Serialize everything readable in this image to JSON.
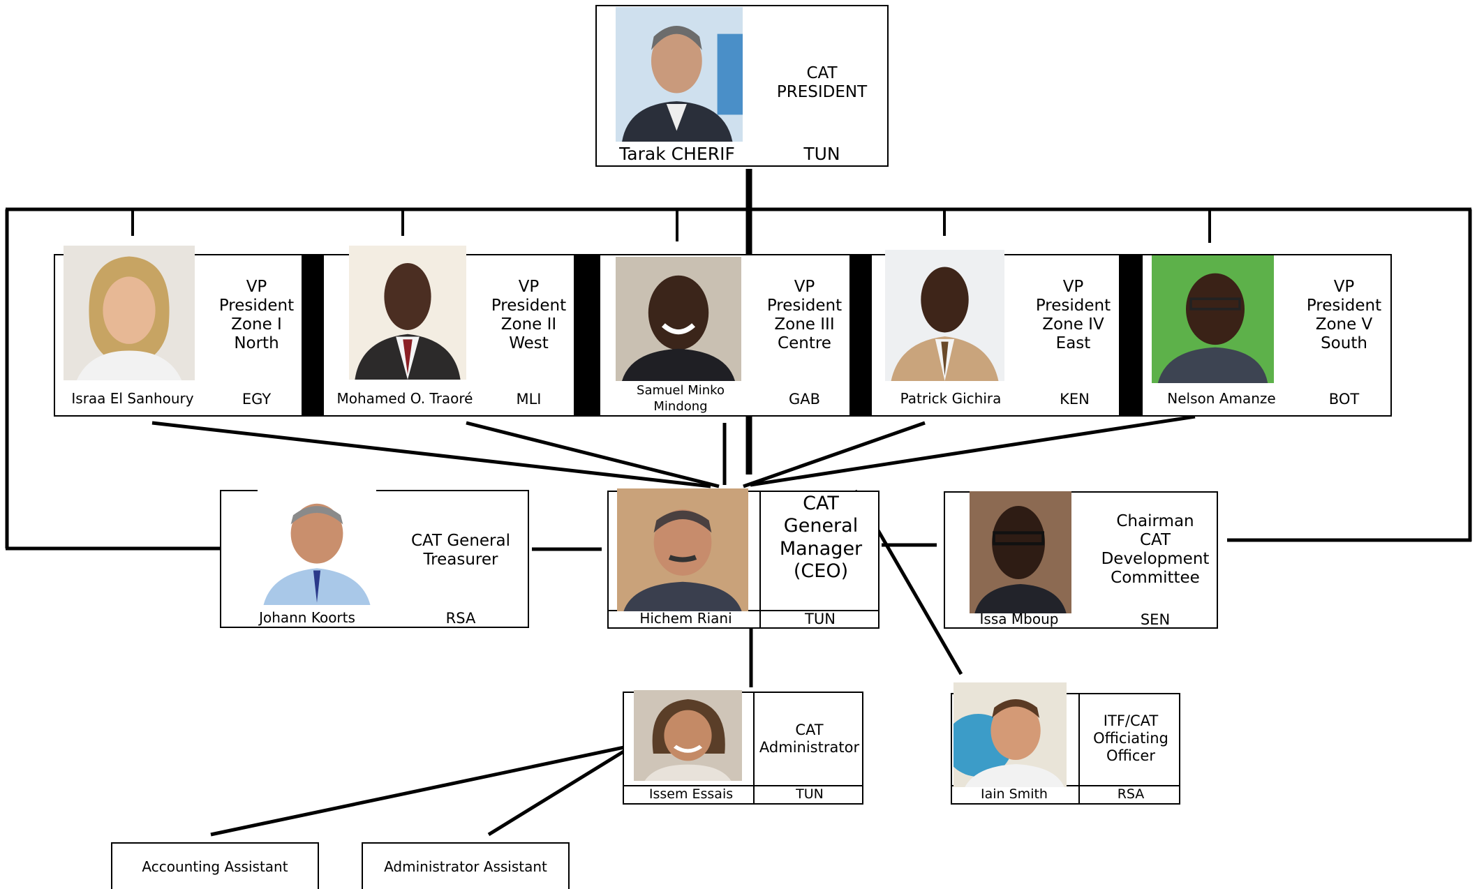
{
  "president": {
    "title": "CAT\nPRESIDENT",
    "name": "Tarak CHERIF",
    "country": "TUN"
  },
  "vps": [
    {
      "title": "VP\nPresident\nZone I\nNorth",
      "name": "Israa El Sanhoury",
      "country": "EGY"
    },
    {
      "title": "VP\nPresident\nZone II\nWest",
      "name": "Mohamed O. Traoré",
      "country": "MLI"
    },
    {
      "title": "VP\nPresident\nZone III\nCentre",
      "name": "Samuel Minko\nMindong",
      "country": "GAB"
    },
    {
      "title": "VP\nPresident\nZone IV\nEast",
      "name": "Patrick Gichira",
      "country": "KEN"
    },
    {
      "title": "VP\nPresident\nZone V\nSouth",
      "name": "Nelson Amanze",
      "country": "BOT"
    }
  ],
  "treasurer": {
    "title": "CAT General\nTreasurer",
    "name": "Johann Koorts",
    "country": "RSA"
  },
  "gm": {
    "title": "CAT\nGeneral\nManager\n(CEO)",
    "name": "Hichem Riani",
    "country": "TUN"
  },
  "chairman": {
    "title": "Chairman\nCAT\nDevelopment\nCommittee",
    "name": "Issa Mboup",
    "country": "SEN"
  },
  "administrator": {
    "title": "CAT\nAdministrator",
    "name": "Issem Essais",
    "country": "TUN"
  },
  "officiating": {
    "title": "ITF/CAT\nOfficiating\nOfficer",
    "name": "Iain Smith",
    "country": "RSA"
  },
  "assistants": {
    "accounting": "Accounting Assistant",
    "admin": "Administrator Assistant"
  }
}
